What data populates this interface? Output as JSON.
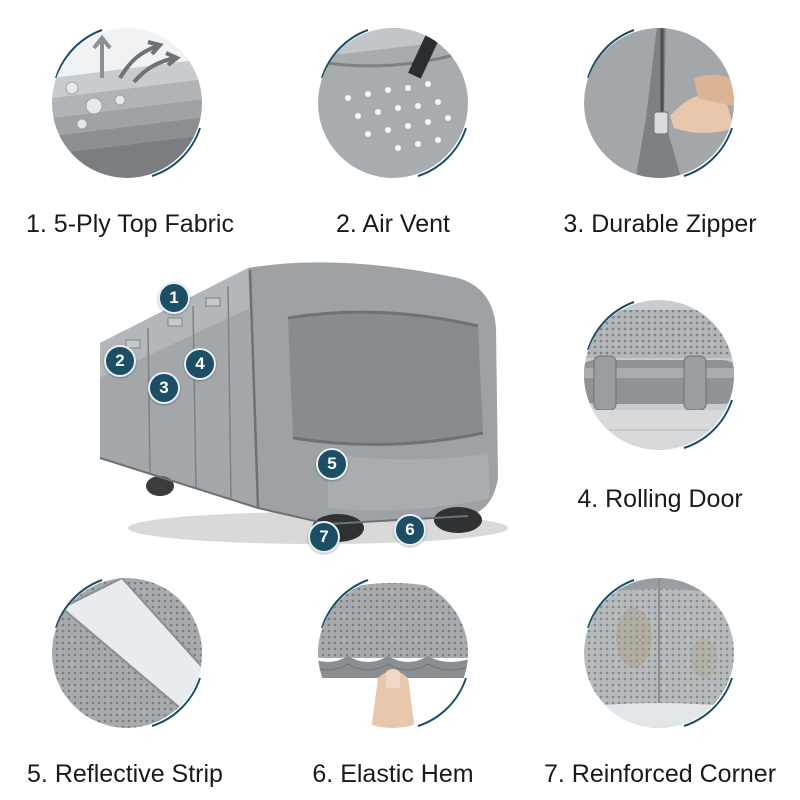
{
  "features": [
    {
      "caption": "1. 5-Ply Top Fabric",
      "icon": "fabric-layers-icon"
    },
    {
      "caption": "2. Air Vent",
      "icon": "air-vent-icon"
    },
    {
      "caption": "3. Durable Zipper",
      "icon": "zipper-icon"
    },
    {
      "caption": "4. Rolling Door",
      "icon": "rolling-door-icon"
    },
    {
      "caption": "5. Reflective Strip",
      "icon": "reflective-strip-icon"
    },
    {
      "caption": "6. Elastic Hem",
      "icon": "elastic-hem-icon"
    },
    {
      "caption": "7. Reinforced Corner",
      "icon": "reinforced-corner-icon"
    }
  ],
  "markers": [
    "1",
    "2",
    "3",
    "4",
    "5",
    "6",
    "7"
  ],
  "colors": {
    "accent": "#1c4f66",
    "fabric": "#9a9ea1",
    "fabric_dark": "#6e7275",
    "background": "#ffffff"
  }
}
